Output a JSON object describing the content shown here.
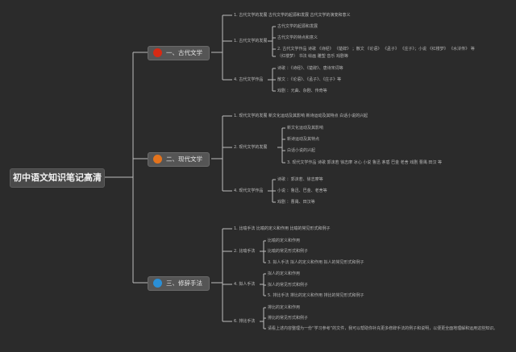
{
  "colors": {
    "background": "#2b2b2b",
    "line": "#bdbdbd",
    "red": "#d62a14",
    "orange": "#e4731c",
    "blue": "#2a8fd6"
  },
  "root": "初中语文知识笔记高清",
  "branches": [
    {
      "label": "一、古代文学",
      "icon": "red-circle-icon",
      "subs": [
        {
          "label": "1. 古代文学的发展 古代文学的起源和发展 古代文学的演变和意义",
          "leaves": []
        },
        {
          "label": "1. 古代文学的发展",
          "leaves": [
            "古代文学的起源和发展",
            "古代文学的特点和意义",
            "2. 古代文学作品  诗歌 《诗经》 《楚辞》 ；散文 《论语》 《孟子》 《庄子》；小说 《红楼梦》 《水浒传》 等",
            "（红楼梦）  书法  绘画  雕塑  音乐  戏剧等"
          ]
        },
        {
          "label": "4. 古代文学作品",
          "leaves": [
            "诗歌 ：《诗经》、《楚辞》、唐诗宋词等",
            "散文 ：《论语》、《孟子》、《庄子》等",
            "戏剧 ：元曲、杂剧、传奇等"
          ]
        }
      ]
    },
    {
      "label": "二、现代文学",
      "icon": "orange-circle-icon",
      "subs": [
        {
          "label": "1. 现代文学的发展 新文化运动及其影响 新诗运动及其特点 白话小说的兴起",
          "leaves": []
        },
        {
          "label": "2. 现代文学的发展",
          "leaves": [
            "新文化运动及其影响",
            "新诗运动及其特点",
            "白话小说的兴起",
            "3. 现代文学作品  诗歌  郭沫若  徐志摩  冰心  小说  鲁迅  茅盾  巴金  老舍  戏剧  曹禺  田汉  等"
          ]
        },
        {
          "label": "4. 现代文学作品",
          "leaves": [
            "诗歌 ：郭沫若、徐志摩等",
            "小说 ：鲁迅、巴金、老舍等",
            "戏剧 ：曹禺、田汉等"
          ]
        }
      ]
    },
    {
      "label": "三、修辞手法",
      "icon": "blue-circle-icon",
      "subs": [
        {
          "label": "1. 比喻手法 比喻的定义和作用 比喻的常见形式和例子",
          "leaves": []
        },
        {
          "label": "2. 比喻手法",
          "leaves": [
            "比喻的定义和作用",
            "比喻的常见形式和例子",
            "3. 拟人手法 拟人的定义和作用 拟人的常见形式和例子"
          ]
        },
        {
          "label": "4. 拟人手法",
          "leaves": [
            "拟人的定义和作用",
            "拟人的常见形式和例子",
            "5. 排比手法 排比的定义和作用 排比的常见形式和例子"
          ]
        },
        {
          "label": "6. 排比手法",
          "leaves": [
            "排比的定义和作用",
            "排比的常见形式和例子",
            "请看上述内容整理为一份“学习参考”的文件，我可以帮助你补充更多修辞手法的例子和说明，以便更全面地理解和运用这些知识。"
          ]
        }
      ]
    }
  ]
}
